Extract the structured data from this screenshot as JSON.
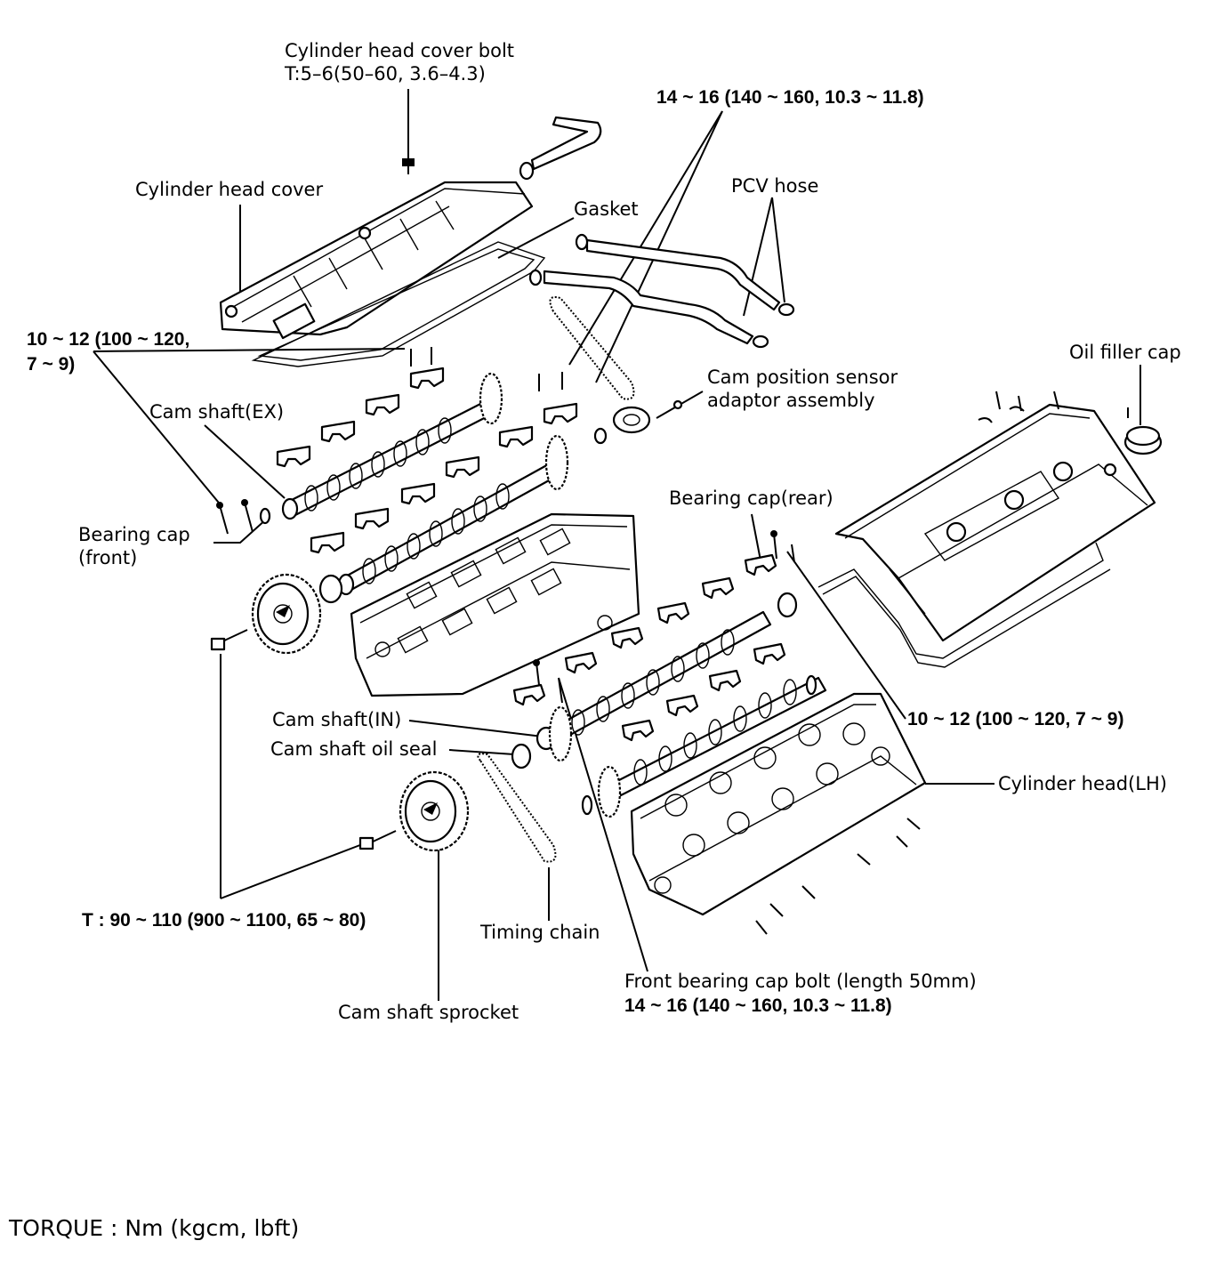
{
  "colors": {
    "ink": "#000000",
    "paper": "#ffffff"
  },
  "labels": {
    "head_cover_bolt": "Cylinder head cover bolt",
    "head_cover_bolt_torque": "T:5–6(50–60, 3.6–4.3)",
    "torque_top": "14 ~ 16 (140 ~ 160, 10.3 ~ 11.8)",
    "pcv_hose": "PCV hose",
    "head_cover": "Cylinder head cover",
    "gasket": "Gasket",
    "torque_left_1": "10 ~ 12 (100 ~ 120,",
    "torque_left_2": "7 ~ 9)",
    "oil_filler_cap": "Oil filler cap",
    "cam_sensor_1": "Cam position sensor",
    "cam_sensor_2": "adaptor assembly",
    "cam_shaft_ex": "Cam shaft(EX)",
    "bearing_cap_rear": "Bearing cap(rear)",
    "bearing_cap_front_1": "Bearing cap",
    "bearing_cap_front_2": "(front)",
    "cam_shaft_in": "Cam shaft(IN)",
    "cam_shaft_oil_seal": "Cam shaft oil seal",
    "torque_right": "10 ~ 12 (100 ~ 120, 7 ~ 9)",
    "cylinder_head_lh": "Cylinder head(LH)",
    "torque_sprocket": "T : 90 ~ 110 (900 ~ 1100, 65 ~ 80)",
    "timing_chain": "Timing chain",
    "front_bolt_1": "Front bearing cap bolt (length 50mm)",
    "front_bolt_2": "14 ~ 16 (140 ~ 160, 10.3 ~ 11.8)",
    "sprocket": "Cam shaft sprocket",
    "torque_units": "TORQUE : Nm (kgcm, lbft)"
  }
}
